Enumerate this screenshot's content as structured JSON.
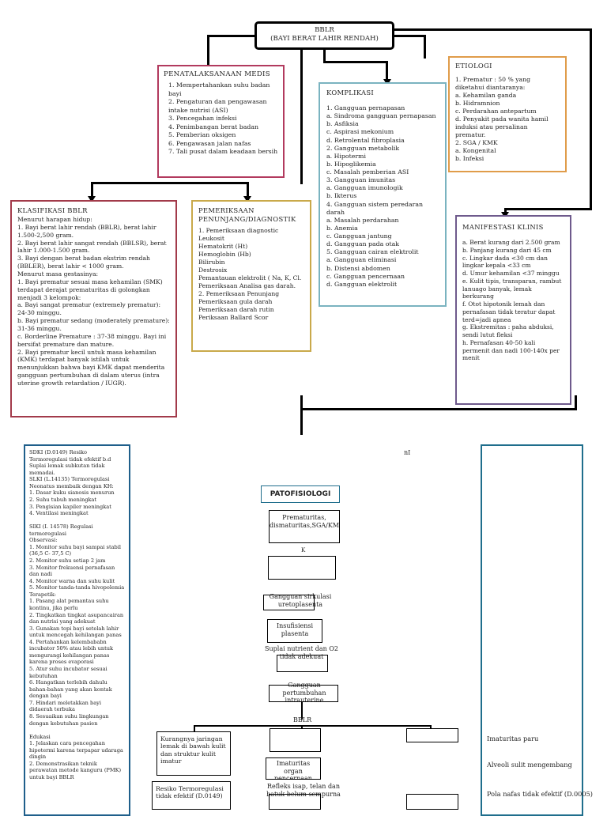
{
  "title": {
    "line1": "BBLR",
    "line2": "(Bayi Berat Lahir Rendah)"
  },
  "penatalaksanaan": {
    "title": "PENATALAKSANAAN MEDIS",
    "items": "1. Mempertahankan suhu badan bayi\n2. Pengaturan dan pengawasan intake nutrisi (ASI)\n3. Pencegahan infeksi\n4. Penimbangan berat badan\n5. Pemberian oksigen\n6. Pengawasan jalan nafas\n7. Tali pusat dalam keadaan bersih"
  },
  "komplikasi": {
    "title": "KOMPLIKASI",
    "items": "1. Gangguan pernapasan\n   a. Sindroma gangguan pernapasan\n   b. Asfiksia\n   c. Aspirasi mekonium\n   d. Retrolental fibroplasia\n2. Gangguan metabolik\n   a. Hipotermi\n   b. Hipoglikemia\n   c. Masalah pemberian ASI\n3. Gangguan imunitas\n   a. Gangguan imunologik\n   b. Ikterus\n4. Gangguan sistem peredaran darah\n   a. Masalah perdarahan\n   b. Anemia\n   c. Gangguan jantung\n   d. Gangguan pada otak\n5. Gangguan cairan elektrolit\n   a. Gangguan eliminasi\n   b. Distensi abdomen\n   c. Gangguan pencernaan\n   d. Gangguan elektrolit"
  },
  "etiologi": {
    "title": "ETIOLOGI",
    "items": "1. Prematur : 50 % yang diketahui diantaranya:\n   a. Kehamilan ganda\n   b. Hidramnion\n   c. Perdarahan antepartum\n   d. Penyakit pada wanita hamil induksi atau persalinan prematur.\n2. SGA / KMK\n   a. Kongenital\n   b. Infeksi"
  },
  "klasifikasi": {
    "title": "KLASIFIKASI BBLR",
    "items": "Menurut harapan hidup:\n1. Bayi berat lahir rendah (BBLR), berat lahir 1.500-2,500 gram.\n2. Bayi berat lahir sangat rendah (BBLSR), berat lahir 1.000-1.500 gram.\n3. Bayi dengan berat badan ekstrim rendah (BBLER), berat lahir < 1000 gram.\nMenurut masa gestasinya:\n1. Bayi prematur sesuai masa kehamilan (SMK) terdapat derajat prematuritas di golongkan menjadi 3 kelompok:\n   a. Bayi sangat prematur (extremely prematur): 24-30 minggu.\n   b. Bayi prematur sedang (moderately premature): 31-36 minggu.\n   c. Borderline Premature : 37-38 minggu. Bayi ini bersifat premature dan mature.\n2. Bayi prematur kecil untuk masa kehamilan (KMK) terdapat banyak istilah untuk menunjukkan bahwa bayi KMK dapat menderita gangguan pertumbuhan di dalam uterus (intra uterine growth retardation / IUGR)."
  },
  "pemeriksaan": {
    "title": "PEMERIKSAAN PENUNJANG/DIAGNOSTIK",
    "items": "1. Pemeriksaan diagnostic\n   Leukosit\n   Hematokrit (Ht)\n   Hemoglobin (Hb)\n   Bilirubin\n   Destrosix\n   Pemantauan elektrolit ( Na, K, Cl.\n   Pemeriksaan Analisa gas darah.\n2. Pemeriksaan Penunjang\n   Pemeriksaan gula darah\n   Pemeriksaan darah rutin\n   Periksaan Ballard Scor"
  },
  "manifestasi": {
    "title": "MANIFESTASI KLINIS",
    "items": "a. Berat kurang dari 2.500 gram\nb. Panjang kurang dari 45 cm\nc. Lingkar dada <30 cm dan lingkar kepala <33 cm\nd. Umur kehamilan <37 minggu\ne. Kulit tipis, transparan, rambut lanuago banyak, lemak berkurang\nf. Otot hipotonik lemah dan pernafasan tidak teratur dapat terd=jadi apnea\ng. Ekstremitas : paha abduksi, sendi lutut fleksi\nh. Pernafasan 40-50 kali permenit dan nadi 100-140x per menit"
  },
  "intervensi": {
    "text": "SDKI (D.0149) Resiko Termoregulasi tidak efektif b.d Suplai lemak subkutan tidak memadai.\nSLKI (L.14135) Termoregulasi Neonatus membaik dengan KH:\n  1. Dasar kuku sianosis menurun\n  2. Suhu tubuh meningkat\n  3. Pengisian kapiler meningkat\n  4. Ventilasi meningkat\n\nSIKI (I. 14578) Regulasi termoregulasi\nObservasi:\n1. Monitor suhu bayi sampai stabil (36,5 C- 37,5 C)\n2. Monitor suhu setiap 2 jam\n3. Monitor frekuensi pernafasan dan nadi\n4. Monitor warna dan suhu kulit\n5. Monitor tanda-tanda hivopolemia\nTerapetik:\n1. Pasang alat pemantau suhu kontinu, jika perlu\n2. Tingkatkan tingkat asupancairan dan nutrisi yang adekuat\n3. Gunakan topi bayi setelah lahir untuk mencegah kehilangan panas\n4. Pertahankan kelembababn incubator 50% atau lebih untuk mengurangi kehilangan panas karena proses evaporasi\n5. Atur suhu incubator sesuai kebutuhan\n6. Hangatkan terlebih dahulu bahan-bahan yang akan kontak dengan bayi\n7. Hindari meletakkan bayi didaerah terbuka\n8. Sesuaikan suhu lingkungan dengan kebutuhan pasien\n\nEdukasi\n1. Jelaskan cara pencegahan hipotermi karena terpapar udaraga dingin\n2. Demonstrasikan teknik perawatan metode kanguru (PMK) untuk bayi BBLR"
  },
  "patofisiologi": {
    "title": "PATOFISIOLOGI",
    "stray_mark": "nI",
    "flow": {
      "prematuritas": "Prematuritas,\ndismaturitas,SGA/KMK",
      "k": "K",
      "sirkulasi": "Gangguan sirkulasi uretoplasenta",
      "insufisiensi": "Insufisiensi plasenta",
      "suplai": "Suplai nutrient dan O2 tidak adekuat",
      "pertumbuhan": "Gangguan pertumbuhan intrauterine",
      "bblr": "BBLR",
      "lemak": "Kurangnya jaringan lemak di bawah kulit dan struktur kulit imatur",
      "imaturitas_organ": "Imaturitas organ pencernaan",
      "refleks": "Refleks isap, telan dan batuk belum sempurna",
      "resiko": "Resiko Termoregulasi tidak efektif (D.0149)",
      "imaturitas_paru": "Imaturitas paru",
      "alveoli": "Alveoli sulit mengembang",
      "pola_nafas": "Pola nafas tidak efektif (D.0005)"
    }
  },
  "colors": {
    "penatalaksanaan": "#b23a5e",
    "komplikasi": "#7ab3c0",
    "etiologi": "#e09c4a",
    "klasifikasi": "#a23a4a",
    "pemeriksaan": "#c9a94a",
    "manifestasi": "#6e5a8c",
    "intervensi": "#1f5f8b",
    "right_panel": "#1f6e8c"
  }
}
